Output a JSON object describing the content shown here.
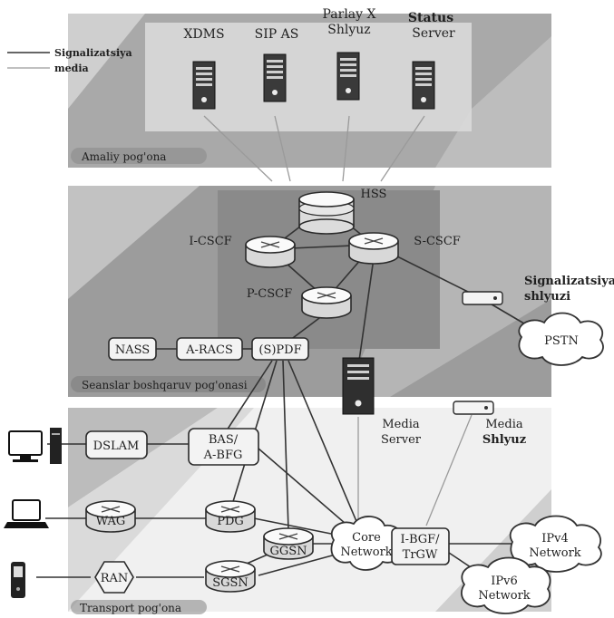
{
  "legend": {
    "signal_label": "Signalizatsiya",
    "media_label": "media"
  },
  "layers": {
    "application": "Amaliy pog'ona",
    "session": "Seanslar boshqaruv pog'onasi",
    "transport": "Transport pog'ona"
  },
  "servers": {
    "xdms": "XDMS",
    "sip_as": "SIP AS",
    "parlay_line1": "Parlay X",
    "parlay_line2": "Shlyuz",
    "status_line1": "Status",
    "status_line2": "Server"
  },
  "ims": {
    "hss": "HSS",
    "icscf": "I-CSCF",
    "scscf": "S-CSCF",
    "pcscf": "P-CSCF"
  },
  "control_boxes": {
    "nass": "NASS",
    "aracs": "A-RACS",
    "spdf": "(S)PDF"
  },
  "signal_gateway": {
    "line1": "Signalizatsiya",
    "line2": "shlyuzi"
  },
  "pstn": "PSTN",
  "media_server": {
    "line1": "Media",
    "line2": "Server"
  },
  "media_gateway": {
    "line1": "Media",
    "line2": "Shlyuz"
  },
  "transport_nodes": {
    "dslam": "DSLAM",
    "bas_line1": "BAS/",
    "bas_line2": "A-BFG",
    "wag": "WAG",
    "pdg": "PDG",
    "ran": "RAN",
    "ggsn": "GGSN",
    "sgsn": "SGSN",
    "core_line1": "Core",
    "core_line2": "Network",
    "ibgf_line1": "I-BGF/",
    "ibgf_line2": "TrGW",
    "ipv4_line1": "IPv4",
    "ipv4_line2": "Network",
    "ipv6_line1": "IPv6",
    "ipv6_line2": "Network"
  }
}
